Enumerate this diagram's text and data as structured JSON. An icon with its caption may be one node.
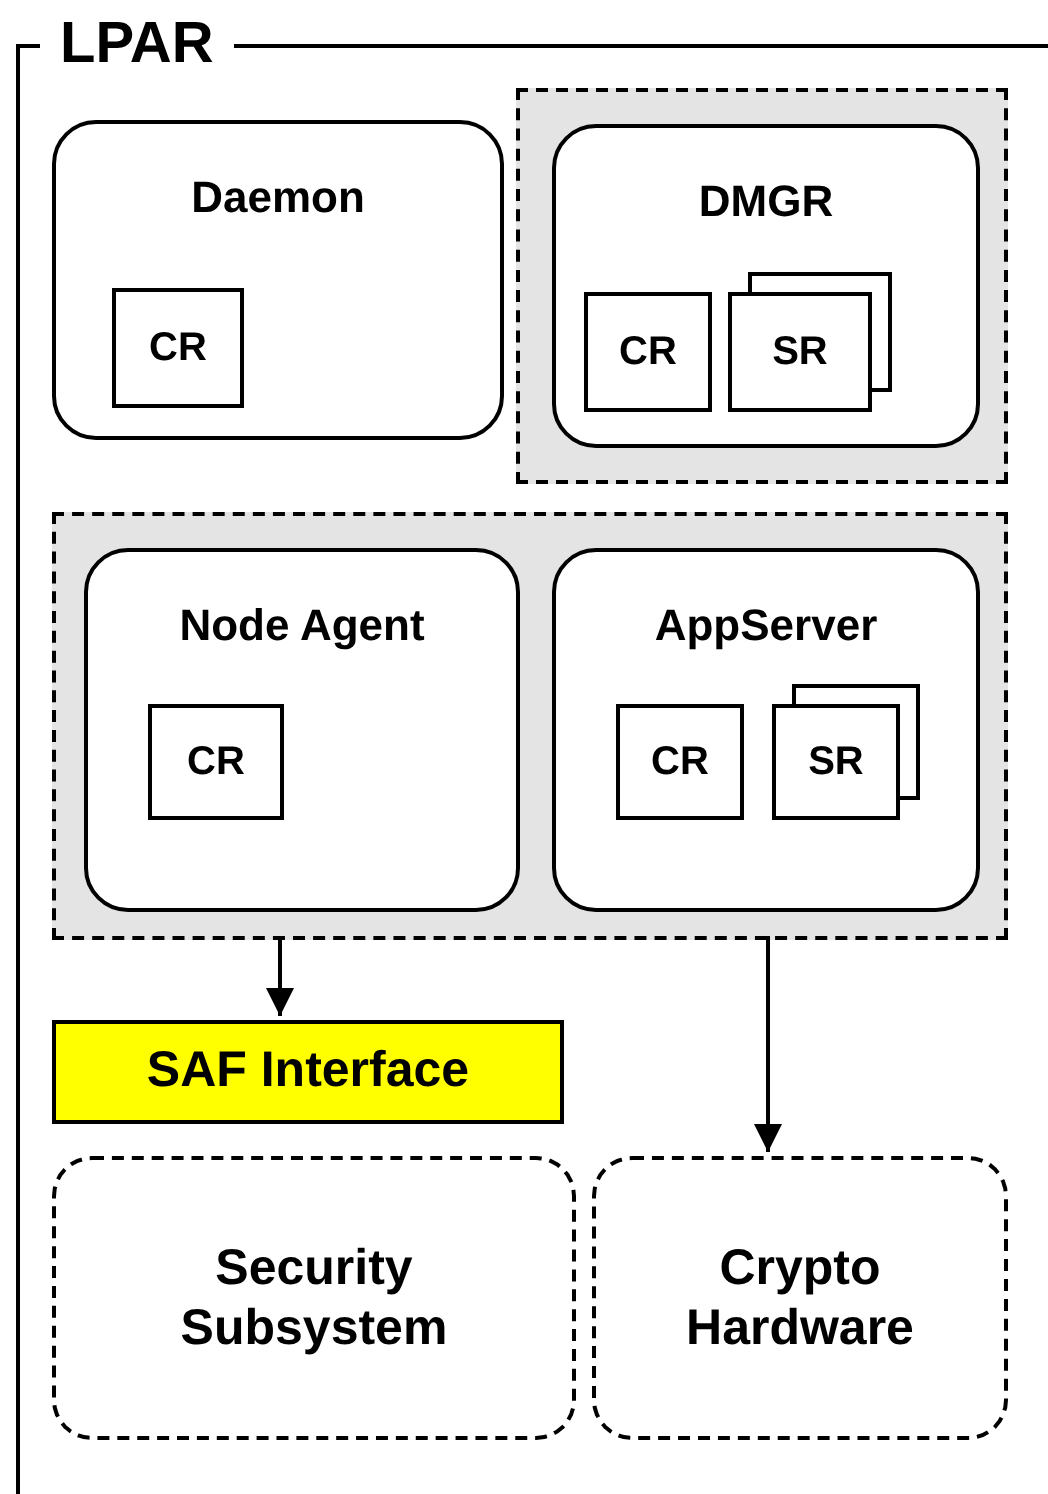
{
  "diagram": {
    "nodes": [
      {
        "text": [
          "LPAR"
        ]
      },
      {
        "text": [
          "Daemon"
        ],
        "in": 0
      },
      {
        "text": [
          "CR"
        ],
        "in": 1
      },
      {
        "text": [],
        "shape": "box",
        "in": 0
      },
      {
        "text": [
          "DMGR"
        ],
        "in": 3
      },
      {
        "text": [
          "CR"
        ],
        "in": 4
      },
      {
        "text": [
          "SR"
        ],
        "in": 4
      },
      {
        "text": [],
        "shape": "box",
        "in": 0
      },
      {
        "text": [
          "Node Agent"
        ],
        "in": 7
      },
      {
        "text": [
          "CR"
        ],
        "in": 8
      },
      {
        "text": [
          "AppServer"
        ],
        "in": 7
      },
      {
        "text": [
          "CR"
        ],
        "in": 10
      },
      {
        "text": [
          "SR"
        ],
        "in": 10
      },
      {
        "text": [
          "SAF Interface"
        ],
        "in": 0
      },
      {
        "text": [
          "Security Subsystem"
        ],
        "in": 0
      },
      {
        "text": [
          "Crypto Hardware"
        ],
        "in": 0
      }
    ],
    "edges": [
      {
        "from": 7,
        "to": 13,
        "arrow": "to"
      },
      {
        "from": 7,
        "to": 15,
        "arrow": "to"
      }
    ]
  }
}
